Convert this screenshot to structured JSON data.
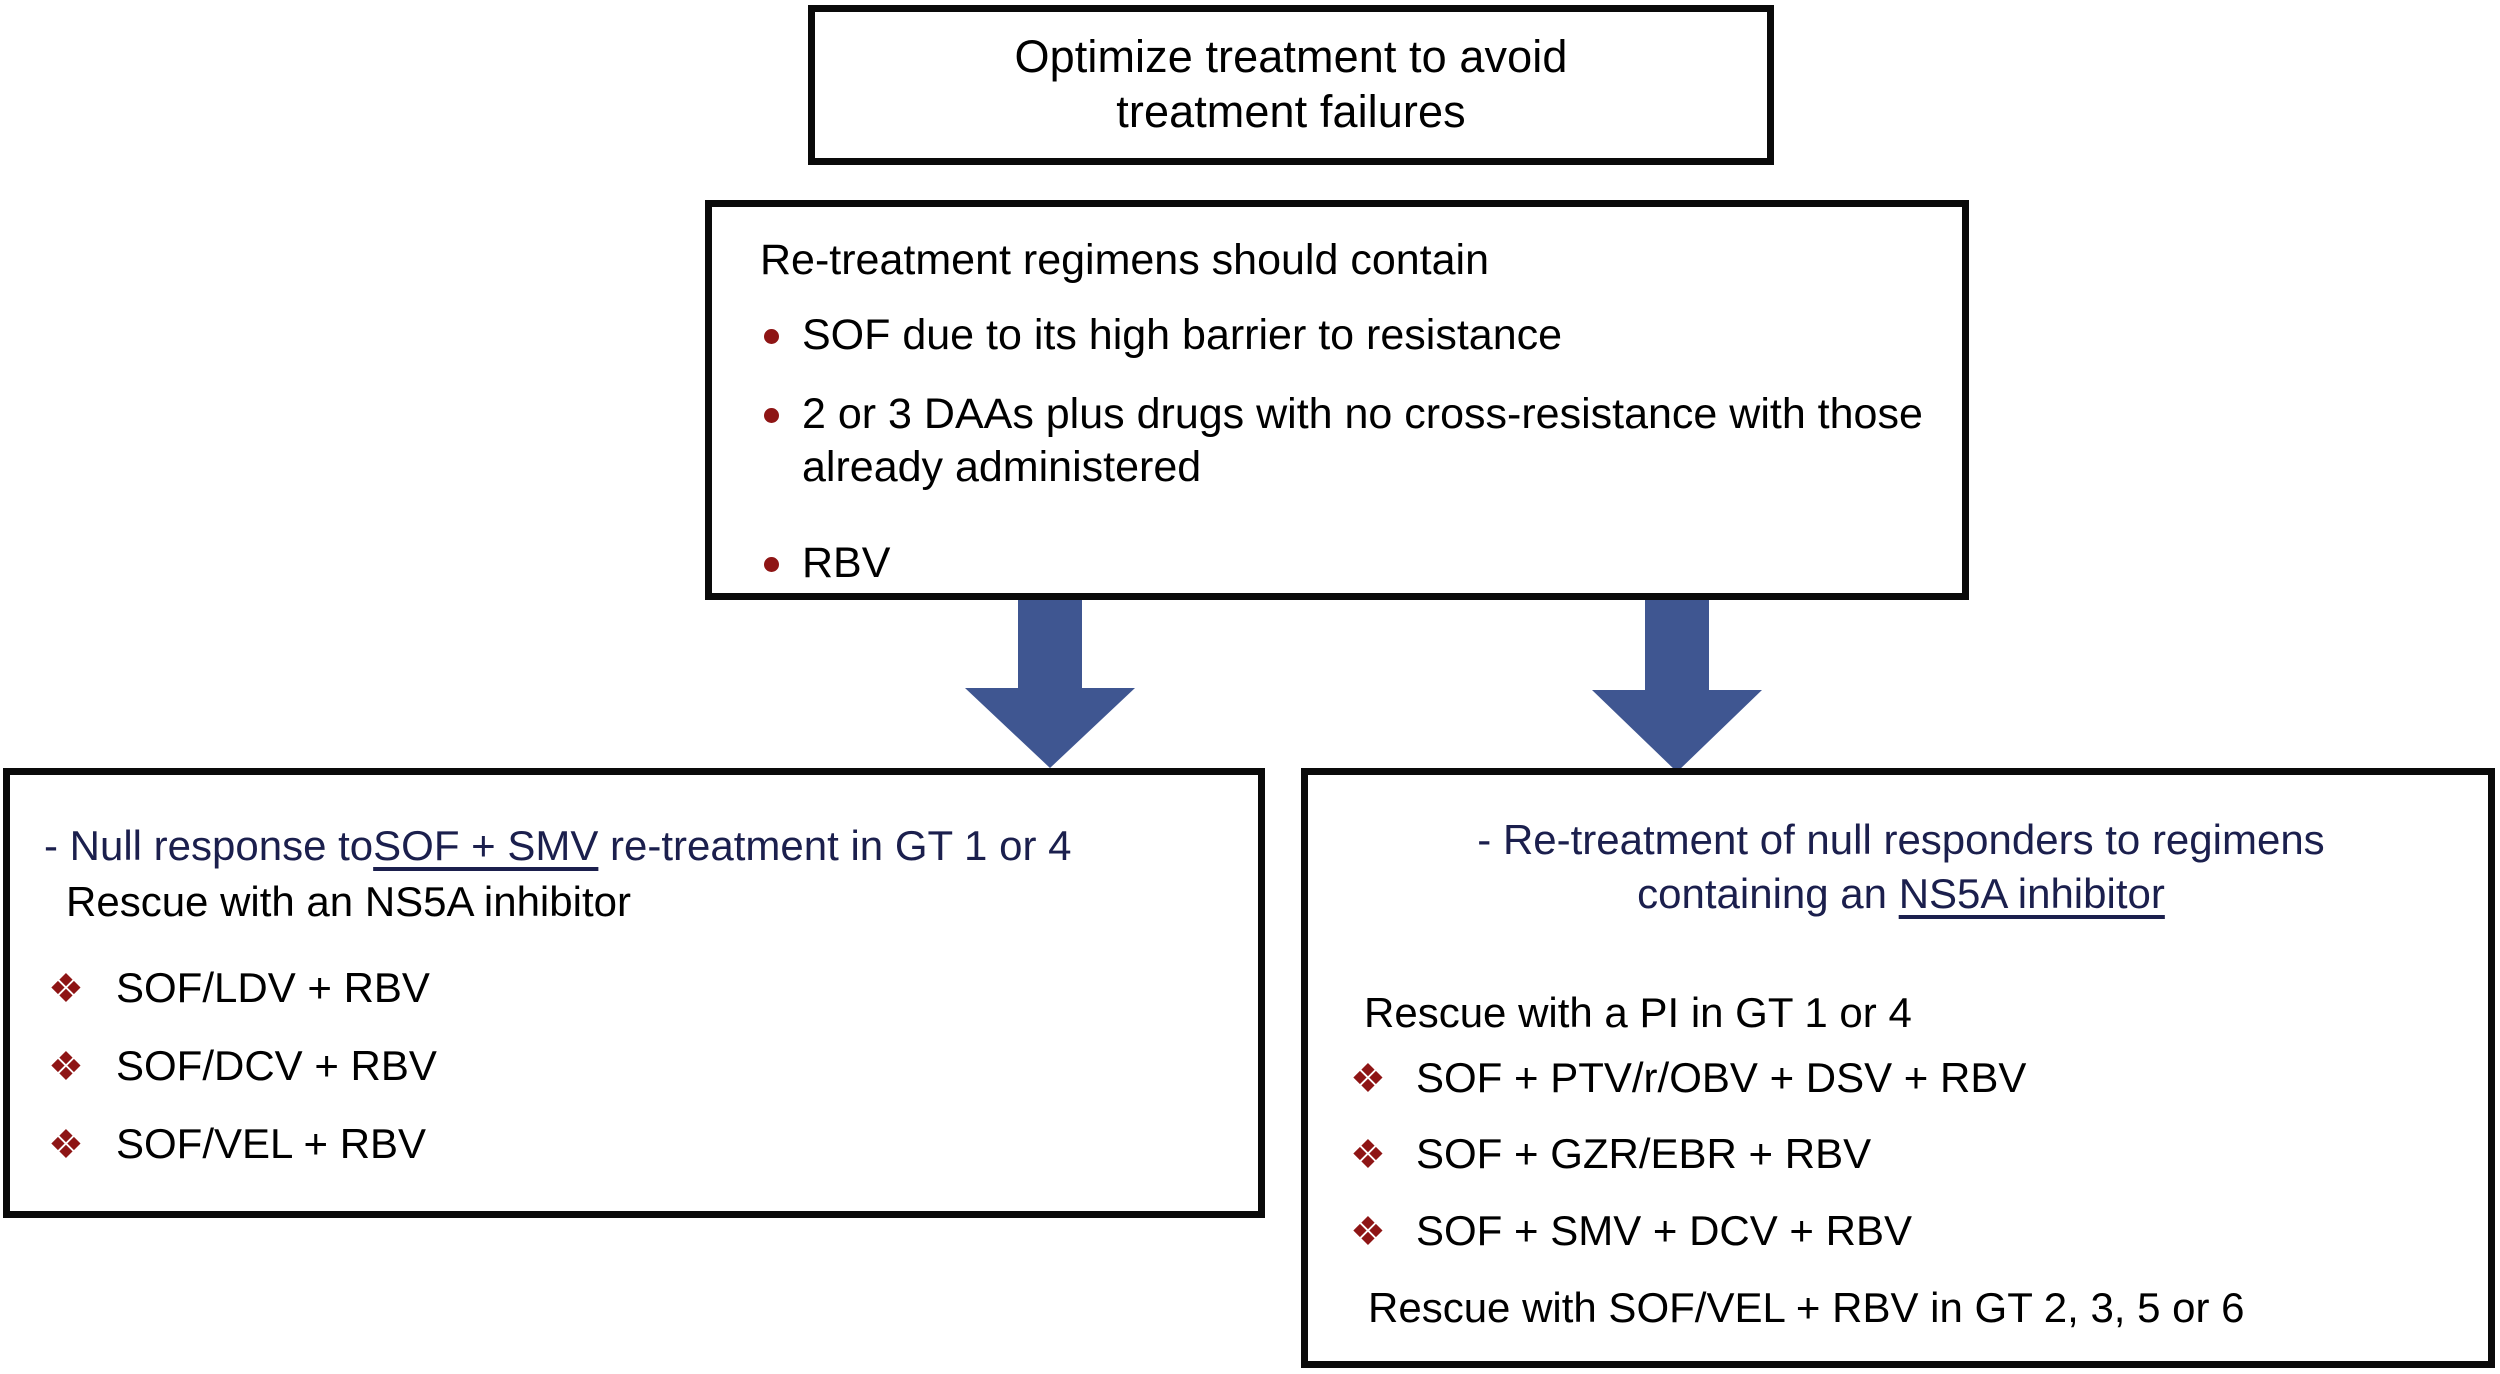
{
  "colors": {
    "border": "#0a0a0a",
    "navy_text": "#1b1f4d",
    "bullet_red": "#8e1515",
    "arrow_blue": "#3f5691",
    "background": "#ffffff"
  },
  "top_node": {
    "line1": "Optimize treatment to avoid",
    "line2": "treatment failures"
  },
  "principles_node": {
    "lead": "Re-treatment regimens should contain",
    "bullets": [
      {
        "text": "SOF due to its high barrier to resistance",
        "icon": "round-bullet"
      },
      {
        "text": "2 or 3 DAAs plus drugs with no cross-resistance with those already administered",
        "icon": "round-bullet"
      },
      {
        "text": "RBV",
        "icon": "round-bullet"
      }
    ]
  },
  "arrows": [
    {
      "name": "arrow-to-left-branch",
      "icon": "arrow-down-icon"
    },
    {
      "name": "arrow-to-right-branch",
      "icon": "arrow-down-icon"
    }
  ],
  "left_node": {
    "header_prefix": "- Null response to",
    "header_underlined": "SOF + SMV",
    "header_suffix": "re-treatment in GT 1 or 4",
    "subheader": "Rescue with an NS5A inhibitor",
    "regimens": [
      "SOF/LDV + RBV",
      "SOF/DCV + RBV",
      "SOF/VEL + RBV"
    ],
    "bullet_icon": "diamond-cluster-bullet"
  },
  "right_node": {
    "header_line1": "- Re-treatment of null responders to regimens",
    "header_line2_prefix": "containing an",
    "header_line2_underlined": "NS5A inhibitor",
    "rescue_top": "Rescue with a PI in GT 1 or 4",
    "regimens": [
      "SOF + PTV/r/OBV + DSV + RBV",
      "SOF + GZR/EBR + RBV",
      "SOF + SMV + DCV + RBV"
    ],
    "rescue_bottom": "Rescue with SOF/VEL + RBV in GT 2, 3, 5 or 6",
    "bullet_icon": "diamond-cluster-bullet"
  }
}
